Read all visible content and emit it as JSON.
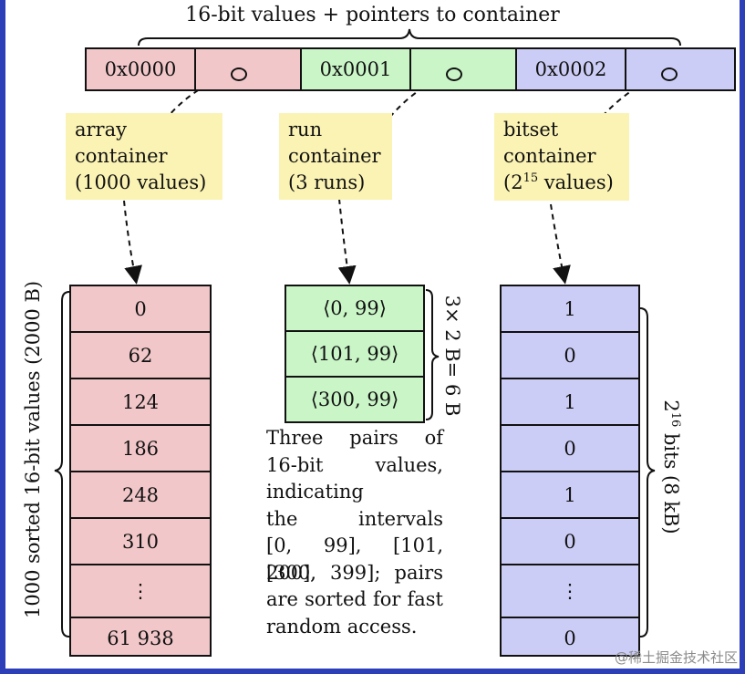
{
  "title": "16-bit values + pointers to container",
  "pointer_row": {
    "keys": [
      "0x0000",
      "0x0001",
      "0x0002"
    ],
    "colors": [
      "#f2c7c9",
      "#c9f5c7",
      "#cccdf6"
    ]
  },
  "containers": {
    "array": {
      "lines": [
        "array",
        "container",
        "(1000 values)"
      ]
    },
    "run": {
      "lines": [
        "run",
        "container",
        "(3 runs)"
      ]
    },
    "bitset": {
      "line1": "bitset",
      "line2": "container",
      "line3_prefix": "(2",
      "line3_sup": "15",
      "line3_suffix": " values)"
    }
  },
  "array_values": [
    "0",
    "62",
    "124",
    "186",
    "248",
    "310",
    "⋮",
    "61 938"
  ],
  "array_brace_label": "1000 sorted 16-bit values (2000 B)",
  "run_values": [
    "⟨0, 99⟩",
    "⟨101, 99⟩",
    "⟨300, 99⟩"
  ],
  "run_brace_label": "3× 2 B= 6 B",
  "run_description": [
    "Three pairs of",
    "16-bit values,",
    "indicating",
    "the intervals",
    "[0, 99], [101, 200],",
    "[300, 399]; pairs",
    "are sorted for fast",
    "random access."
  ],
  "bitset_values": [
    "1",
    "0",
    "1",
    "0",
    "1",
    "0",
    "⋮",
    "0"
  ],
  "bitset_brace_label": {
    "prefix": "2",
    "sup": "16",
    "suffix": " bits (8 kB)"
  },
  "watermark": "@稀土掘金技术社区"
}
